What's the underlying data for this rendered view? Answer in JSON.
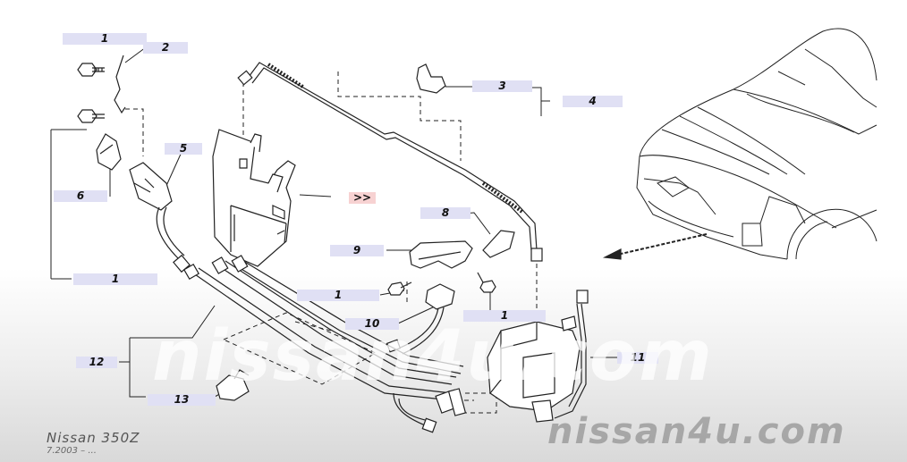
{
  "callouts": [
    {
      "label": "1"
    },
    {
      "label": "2"
    },
    {
      "label": "3"
    },
    {
      "label": "4"
    },
    {
      "label": "5"
    },
    {
      "label": "6"
    },
    {
      "label": ">>"
    },
    {
      "label": "8"
    },
    {
      "label": "9"
    },
    {
      "label": "1"
    },
    {
      "label": "10"
    },
    {
      "label": "1"
    },
    {
      "label": "1"
    },
    {
      "label": "11"
    },
    {
      "label": "12"
    },
    {
      "label": "13"
    }
  ],
  "watermark": "nissan4u.com",
  "footer": {
    "model": "Nissan 350Z",
    "date_range": "7.2003 – ..."
  }
}
